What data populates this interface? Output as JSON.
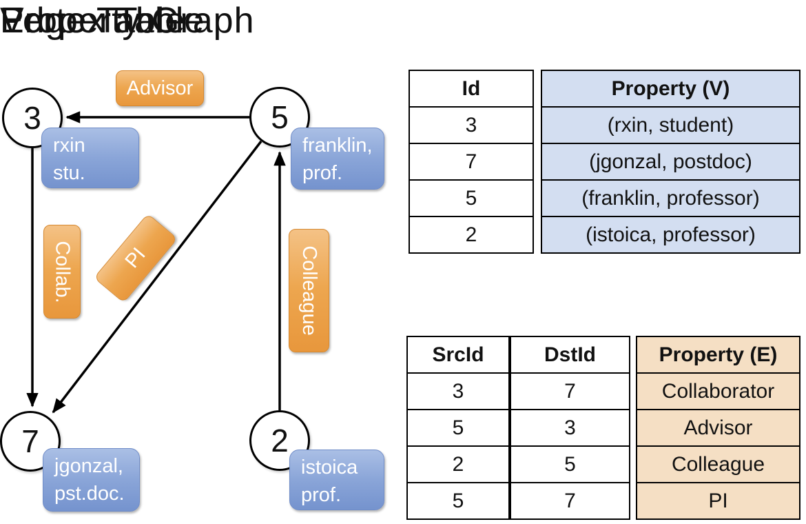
{
  "graph": {
    "title": "Property Graph",
    "nodes": [
      {
        "id": "3"
      },
      {
        "id": "5"
      },
      {
        "id": "7"
      },
      {
        "id": "2"
      }
    ],
    "edge_labels": [
      {
        "label": "Advisor"
      },
      {
        "label": "Collab."
      },
      {
        "label": "PI"
      },
      {
        "label": "Colleague"
      }
    ],
    "vertex_properties": [
      {
        "lines": [
          "rxin",
          "stu."
        ]
      },
      {
        "lines": [
          "franklin,",
          "prof."
        ]
      },
      {
        "lines": [
          "jgonzal,",
          "pst.doc."
        ]
      },
      {
        "lines": [
          "istoica",
          "prof."
        ]
      }
    ]
  },
  "vertex_table": {
    "title": "Vertex Table",
    "columns": [
      "Id",
      "Property (V)"
    ],
    "rows": [
      {
        "id": "3",
        "property": "(rxin, student)"
      },
      {
        "id": "7",
        "property": "(jgonzal, postdoc)"
      },
      {
        "id": "5",
        "property": "(franklin, professor)"
      },
      {
        "id": "2",
        "property": "(istoica, professor)"
      }
    ]
  },
  "edge_table": {
    "title": "Edge Table",
    "columns": [
      "SrcId",
      "DstId",
      "Property (E)"
    ],
    "rows": [
      {
        "src": "3",
        "dst": "7",
        "property": "Collaborator"
      },
      {
        "src": "5",
        "dst": "3",
        "property": "Advisor"
      },
      {
        "src": "2",
        "dst": "5",
        "property": "Colleague"
      },
      {
        "src": "5",
        "dst": "7",
        "property": "PI"
      }
    ]
  },
  "colors": {
    "edge_label_orange_top": "#f4c286",
    "edge_label_orange_bottom": "#e8973c",
    "vertex_box_blue_top": "#aabfe5",
    "vertex_box_blue_bottom": "#7593ce",
    "vertex_table_cell_fill": "#d3def1",
    "edge_table_cell_fill": "#f5dfc4",
    "line_and_border": "#000000",
    "box_text": "#ffffff"
  }
}
